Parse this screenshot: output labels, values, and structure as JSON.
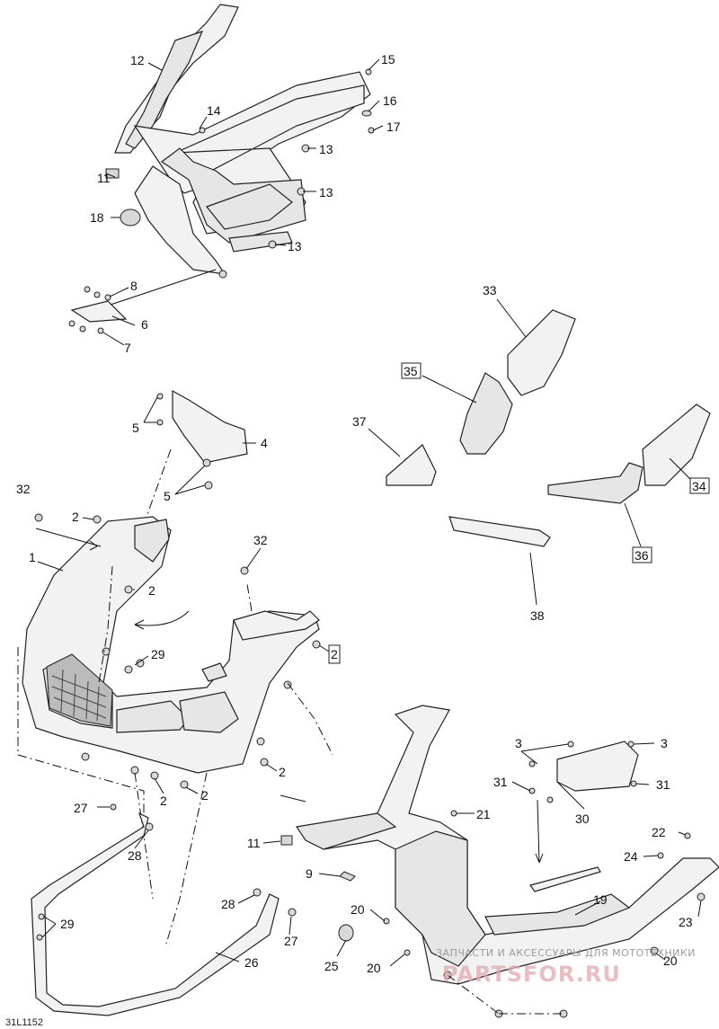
{
  "diagram": {
    "reference_code": "31L1152",
    "watermark_line": "ЗАПЧАСТИ И АКСЕССУАРЫ ДЛЯ МОТОТЕХНИКИ",
    "watermark_logo": "PARTSFOR.RU",
    "callouts": {
      "c1": "1",
      "c2a": "2",
      "c2b": "2",
      "c2c": "2",
      "c2d": "2",
      "c2e": "2",
      "c2boxed": "2",
      "c3a": "3",
      "c3b": "3",
      "c4": "4",
      "c5a": "5",
      "c5b": "5",
      "c6": "6",
      "c7": "7",
      "c8": "8",
      "c9": "9",
      "c11a": "11",
      "c11b": "11",
      "c12": "12",
      "c13a": "13",
      "c13b": "13",
      "c13c": "13",
      "c14": "14",
      "c15": "15",
      "c16": "16",
      "c17": "17",
      "c18": "18",
      "c19": "19",
      "c20a": "20",
      "c20b": "20",
      "c20c": "20",
      "c21": "21",
      "c22": "22",
      "c23": "23",
      "c24": "24",
      "c25": "25",
      "c26": "26",
      "c27a": "27",
      "c27b": "27",
      "c28a": "28",
      "c28b": "28",
      "c29a": "29",
      "c29b": "29",
      "c30": "30",
      "c31a": "31",
      "c31b": "31",
      "c32a": "32",
      "c32b": "32",
      "c33": "33",
      "c34": "34",
      "c35": "35",
      "c36": "36",
      "c37": "37",
      "c38": "38"
    }
  }
}
